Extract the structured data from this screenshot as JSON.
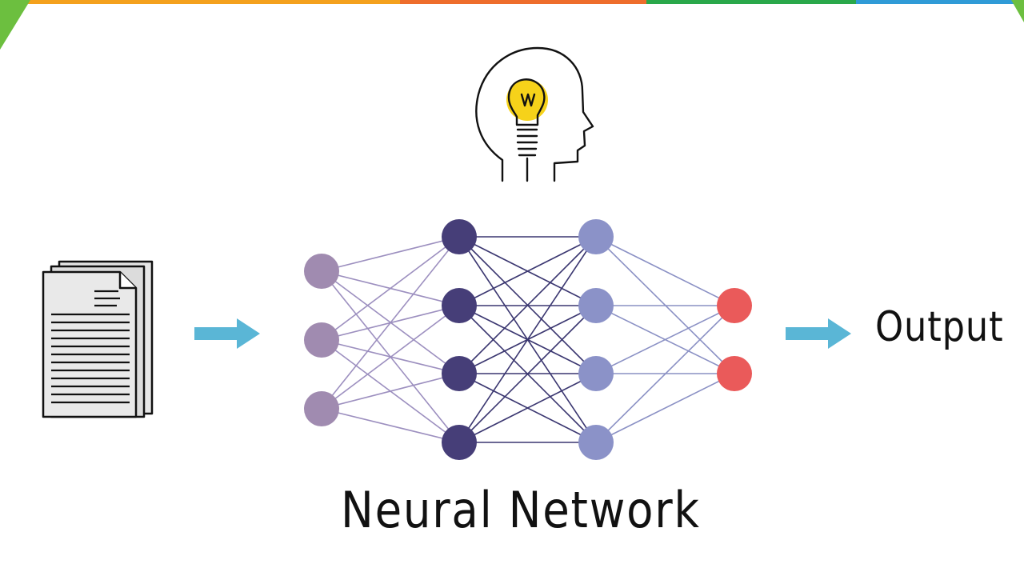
{
  "colors": {
    "top_bar": [
      "#f4a11d",
      "#ee6d2c",
      "#2aa84a",
      "#2f9bd7"
    ],
    "corner": "#6cbf3f",
    "input_node": "#a08bb0",
    "hidden1_node": "#463e78",
    "hidden2_node": "#8b92c8",
    "output_node": "#ea5a5a",
    "edge_light": "#9c8fbf",
    "edge_dark": "#3a3670",
    "edge_mid": "#8a90c4",
    "arrow": "#5ab6d6",
    "bulb": "#f6d21a"
  },
  "icons": {
    "document": "document-stack-icon",
    "head": "head-lightbulb-icon",
    "arrow": "right-arrow-icon"
  },
  "network": {
    "layers": [
      3,
      4,
      4,
      2
    ]
  },
  "labels": {
    "output": "Output",
    "title": "Neural Network"
  }
}
